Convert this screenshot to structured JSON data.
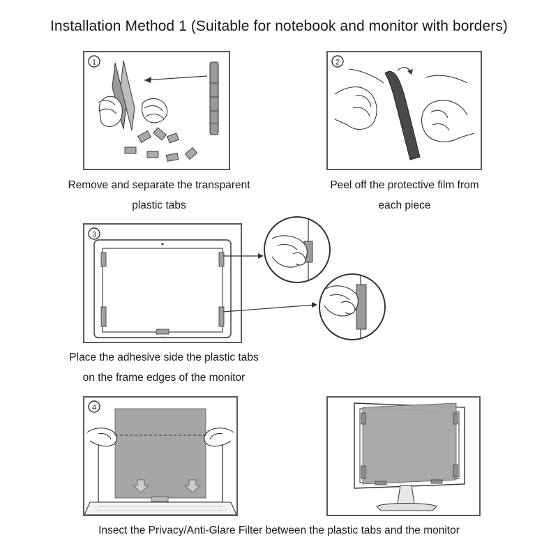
{
  "title": "Installation Method 1 (Suitable for notebook and monitor with borders)",
  "steps": [
    {
      "number": "1",
      "caption_lines": [
        "Remove and separate the transparent",
        "plastic tabs"
      ]
    },
    {
      "number": "2",
      "caption_lines": [
        "Peel off the protective film from",
        "each piece"
      ]
    },
    {
      "number": "3",
      "caption_lines": [
        "Place the adhesive side the plastic tabs",
        "on the frame edges of the monitor"
      ]
    },
    {
      "number": "4",
      "caption_lines": [
        "Insect the Privacy/Anti-Glare Filter between the plastic tabs and the monitor"
      ]
    }
  ],
  "colors": {
    "panel_border": "#5a5a5a",
    "line_art": "#333333",
    "tab_gray": "#9a9a9a",
    "filter_gray": "#a6a6a6",
    "film_dark": "#4a4a4a"
  },
  "icons": [
    "hand-icon",
    "tab-strip-icon",
    "protective-film-icon",
    "laptop-icon",
    "monitor-icon",
    "arrow-icon"
  ]
}
